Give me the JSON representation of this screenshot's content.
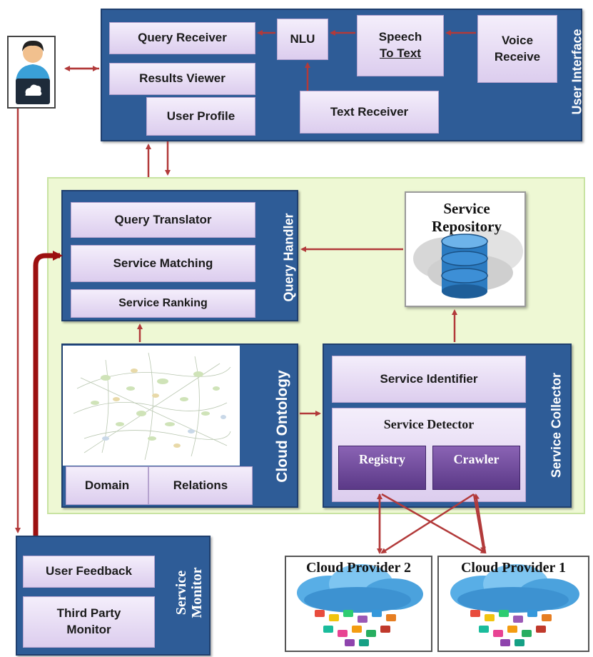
{
  "user_interface": {
    "title": "User Interface",
    "query_receiver": "Query Receiver",
    "results_viewer": "Results Viewer",
    "user_profile": "User Profile",
    "nlu": "NLU",
    "speech_to_text_1": "Speech",
    "speech_to_text_2": "To Text",
    "voice_receive_1": "Voice",
    "voice_receive_2": "Receive",
    "text_receiver": "Text Receiver"
  },
  "query_handler": {
    "title": "Query Handler",
    "query_translator": "Query Translator",
    "service_matching": "Service Matching",
    "service_ranking": "Service Ranking"
  },
  "service_repository": {
    "title_1": "Service",
    "title_2": "Repository"
  },
  "cloud_ontology": {
    "title": "Cloud Ontology",
    "domain": "Domain",
    "relations": "Relations"
  },
  "service_collector": {
    "title": "Service Collector",
    "service_identifier": "Service Identifier",
    "service_detector": "Service Detector",
    "registry": "Registry",
    "crawler": "Crawler"
  },
  "service_monitor": {
    "title_1": "Service",
    "title_2": "Monitor",
    "user_feedback": "User Feedback",
    "third_party_1": "Third Party",
    "third_party_2": "Monitor"
  },
  "providers": {
    "provider_2": "Cloud Provider 2",
    "provider_1": "Cloud Provider 1"
  },
  "colors": {
    "panel_blue": "#2e5c97",
    "arrow_red": "#b23a3a",
    "feedback_arrow": "#9c1010",
    "green_zone": "#eef8d4",
    "box_lavender": "#e6dbf2",
    "detector_purple": "#6b4597"
  }
}
